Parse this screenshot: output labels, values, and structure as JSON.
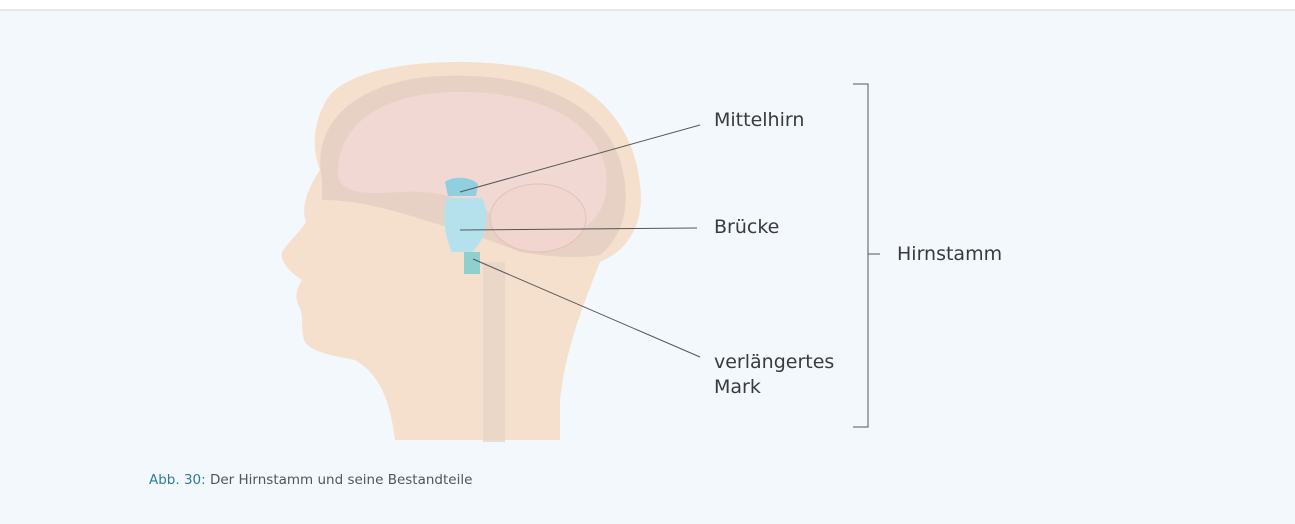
{
  "labels": {
    "midbrain": "Mittelhirn",
    "pons": "Brücke",
    "medulla_line1": "verlängertes",
    "medulla_line2": "Mark",
    "brainstem": "Hirnstamm"
  },
  "caption": {
    "figure_number": "Abb. 30:",
    "text": " Der Hirnstamm und seine Bestandteile"
  },
  "colors": {
    "panel_bg": "#f3f8fc",
    "skin": "#f4dcc4",
    "skull": "#e6cfc3",
    "brain": "#f1d8d2",
    "brainstem": "#a9dbe8",
    "leader_line": "#555555"
  }
}
